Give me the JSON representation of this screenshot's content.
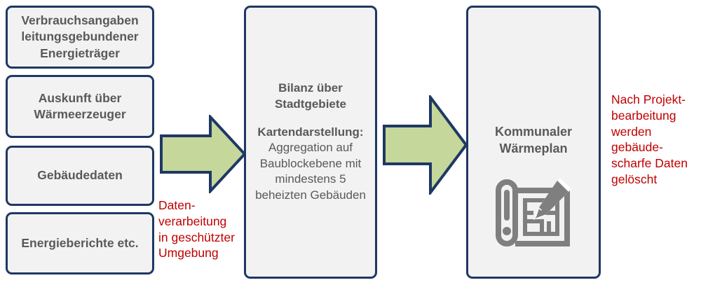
{
  "diagram": {
    "title": "Datenfluss kommunale Waermeplanung",
    "colors": {
      "box_fill": "#F2F2F2",
      "box_border": "#1F3864",
      "box_text": "#595959",
      "arrow_fill": "#C5D79A",
      "arrow_border": "#1F3864",
      "note_text": "#C00000",
      "icon": "#7F7F7F",
      "background": "#FFFFFF"
    }
  },
  "sources": [
    {
      "label": "Verbrauchsangaben leitungsgebundener Energieträger"
    },
    {
      "label": "Auskunft über Wärmeerzeuger"
    },
    {
      "label": "Gebäudedaten"
    },
    {
      "label": "Energieberichte etc."
    }
  ],
  "arrows": [
    {
      "name": "arrow-sources-to-processing",
      "direction": "right"
    },
    {
      "name": "arrow-processing-to-result",
      "direction": "right"
    }
  ],
  "processing": {
    "heading_line_1": "Bilanz über",
    "heading_line_2": "Stadtgebiete",
    "sub_heading": "Kartendarstellung:",
    "body_line_1": "Aggregation auf",
    "body_line_2": "Baublockebene mit",
    "body_line_3": "mindestens 5",
    "body_line_4": "beheizten Gebäuden"
  },
  "result": {
    "title_line_1": "Kommunaler",
    "title_line_2": "Wärmeplan",
    "icon": "blueprint-pencil-icon"
  },
  "notes": {
    "left": {
      "line_1": "Daten-",
      "line_2": "verarbeitung",
      "line_3": "in geschützter",
      "line_4": "Umgebung"
    },
    "right": {
      "line_1": "Nach Projekt-",
      "line_2": "bearbeitung",
      "line_3": "werden",
      "line_4": "gebäude-",
      "line_5": "scharfe Daten",
      "line_6": "gelöscht"
    }
  }
}
